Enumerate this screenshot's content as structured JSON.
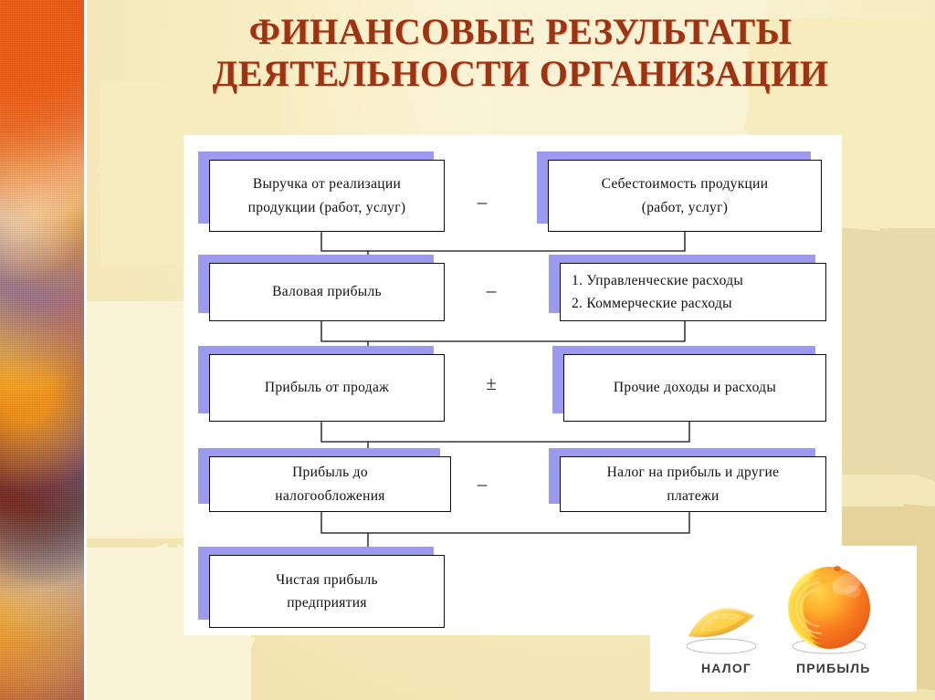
{
  "slide": {
    "title_line1": "ФИНАНСОВЫЕ РЕЗУЛЬТАТЫ",
    "title_line2": "ДЕЯТЕЛЬНОСТИ ОРГАНИЗАЦИИ",
    "title_color": "#9e3311",
    "background_color": "#f6ecc0",
    "panel_color": "#ffffff",
    "box_shadow_color": "#9b9aee"
  },
  "diagram": {
    "rows": [
      {
        "left": {
          "line1": "Выручка от реализации",
          "line2": "продукции (работ, услуг)"
        },
        "operator": "–",
        "right": {
          "line1": "Себестоимость продукции",
          "line2": "(работ, услуг)"
        }
      },
      {
        "left": {
          "line1": "Валовая прибыль",
          "line2": ""
        },
        "operator": "–",
        "right": {
          "line1": "1. Управленческие расходы",
          "line2": "2. Коммерческие расходы"
        }
      },
      {
        "left": {
          "line1": "Прибыль от продаж",
          "line2": ""
        },
        "operator": "±",
        "right": {
          "line1": "Прочие доходы и расходы",
          "line2": ""
        }
      },
      {
        "left": {
          "line1": "Прибыль до",
          "line2": "налогообложения"
        },
        "operator": "–",
        "right": {
          "line1": "Налог на прибыль и другие",
          "line2": "платежи"
        }
      },
      {
        "left": {
          "line1": "Чистая прибыль",
          "line2": "предприятия"
        },
        "operator": "",
        "right": null
      }
    ]
  },
  "photo": {
    "tax_label": "НАЛОГ",
    "profit_label": "ПРИБЫЛЬ"
  }
}
